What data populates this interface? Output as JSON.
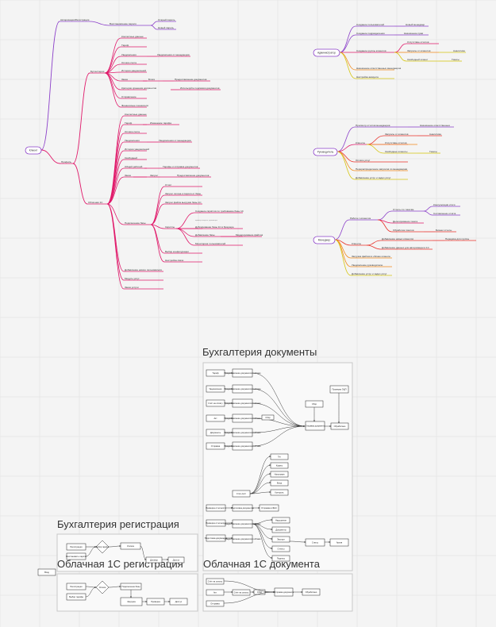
{
  "colors": {
    "root": "#8b3fc9",
    "pink": "#e0196a",
    "red": "#e8322a",
    "orange": "#f28a1c",
    "yellow": "#d6c612",
    "grid": "#dedede",
    "frame": "#c8c8c8"
  },
  "mindmap": {
    "root": "Клиент",
    "reg": "Авторизация/Регистрация",
    "reg_forgot": "Восстановление пароля",
    "reg_old": "Старый пароль",
    "reg_new": "Новый пароль",
    "profile": "Профиль",
    "acc": "Бухгалтерия",
    "acc_items": [
      "Контактные данные",
      "Тариф",
      "Уведомления",
      "Оплата счёта",
      "История уведомлений",
      "Заказ",
      "Критерии хранения документов",
      "Отправление",
      "Финансовые показатели"
    ],
    "acc_notif_detail": "Уведомления от менеджеров",
    "acc_order_docs": "Блоги",
    "acc_order_fill": "Предоставление документов",
    "acc_crit_detail": "Используйте подсказки документов",
    "cloud": "Облачная 1С",
    "cloud_items": [
      "Контактные данные",
      "Тариф",
      "Оплата счёта",
      "Уведомления",
      "История уведомлений",
      "Свободный",
      "Общий рабочий",
      "Заказ"
    ],
    "cloud_tariff_detail": "Изменение тарифа",
    "cloud_notif_detail": "Уведомления от менеджеров",
    "cloud_common_detail": "Тарифы и отправка документов",
    "cloud_order_docs": "Запрос",
    "cloud_order_fill": "Предоставление документов",
    "base": "Подключение базы",
    "base_items": [
      "Отчёт",
      "Запрос логина и пароля от базы",
      "Запрос файла выгрузки базы 1С",
      "Скрипты",
      "Выбор конфигурации",
      "Настройка связи"
    ],
    "script": "Скрипты",
    "script_items": [
      "Создание скриптов по требованию базы 1С",
      "Дублирование базы 1С в браузере",
      "Добавление базы",
      "Мониторинг пользователей"
    ],
    "script_tiny": "пример запуска, архивация",
    "add_base_detail": "Модерирование файлов",
    "cloud_tail": [
      "Добавление нового пользователя",
      "Модуль услуг",
      "Заказ услуги"
    ],
    "admin": "Администратор",
    "admin_items": [
      "Создание пользователей",
      "Создание подразделения",
      "Создание группы клиентов",
      "Назначение ответственных менеджеров",
      "Настройка аккаунта"
    ],
    "admin_users_detail": "Новый менеджер",
    "admin_dept_detail": "Назначение прав",
    "admin_group_a": "Отсутствие отчётов",
    "admin_group_b": "Запросы от клиентов",
    "admin_group_c": "Свободный клиент",
    "admin_analytics": "Аналитика",
    "admin_tickets": "Тикеты",
    "head": "Руководитель",
    "head_items": [
      "Просмотр отчётов менеджеров",
      "Клиенты",
      "Оплата услуг",
      "Перераспределение запросов по менеджерам",
      "Добавление услуг и задач услуг"
    ],
    "head_first_detail": "Назначение ответственных",
    "head_clients": [
      "Запросы от клиентов",
      "Отсутствие отчётов",
      "Свободные клиенты"
    ],
    "head_analytics": "Аналитика",
    "head_tickets": "Тикеты",
    "manager": "Менеджер",
    "mgr_work": "Работа с клиентом",
    "mgr_work_items": [
      "Отчеты по тикетам",
      "Делегирование тикета",
      "Обработка тикетов"
    ],
    "mgr_work_a": "Консультации итоги",
    "mgr_work_b": "Составление отчёта",
    "mgr_work_c": "Бизнес отчеты",
    "mgr_clients": "Клиенты",
    "mgr_clients_items": [
      "Добавление новых клиентов",
      "Добавление данных для авторизации в 1С"
    ],
    "mgr_clients_detail": "Передача для группы",
    "mgr_tail": [
      "Загрузка файлов в облако клиента",
      "Уведомление руководителю",
      "Добавление услуг и задач услуг"
    ]
  },
  "sections": {
    "docs_title": "Бухгалтерия документы",
    "reg_title": "Бухгалтерия регистрация",
    "cloud_reg_title": "Облачная 1С регистрация",
    "cloud_docs_title": "Облачная 1С документа"
  },
  "docs_flow": {
    "left": [
      "Тариф",
      "Уведомления",
      "Счёт на оплату",
      "Акт",
      "Документы",
      "Отправка"
    ],
    "mid": "Предоставление документов в облако",
    "center": "Сбор",
    "merge": "Отправка документа",
    "top_right": "Проверка ЭЦП",
    "status": "Обработано",
    "bottom_left": "Стоп-лист",
    "bottom_stack": [
      "Тег",
      "Кодекс",
      "Налоговая",
      "Фонд",
      "Контроль"
    ],
    "row_a": [
      "Проверка отчетности",
      "Подготовка документов",
      "Отправка в ФНС"
    ],
    "row_b": [
      "Нарушение",
      "Документы",
      "Экспорт",
      "Отчеты",
      "Подпись",
      "Статус",
      "Архив"
    ]
  },
  "reg_flow": [
    "Регистрация",
    "Выбор тарифа",
    "Оплата",
    "Договор",
    "Доступ",
    "Вход"
  ],
  "reg_side": "Восстановить пароль",
  "cloud_reg_flow": [
    "Регистрация",
    "Выбор тарифа",
    "Оплата",
    "Подключение базы",
    "Загрузка",
    "Проверка",
    "Доступ"
  ],
  "cloud_docs_flow": [
    "Счёт на оплату",
    "Акт",
    "Отправка",
    "Сбор",
    "Отправка документа",
    "Обработано"
  ]
}
